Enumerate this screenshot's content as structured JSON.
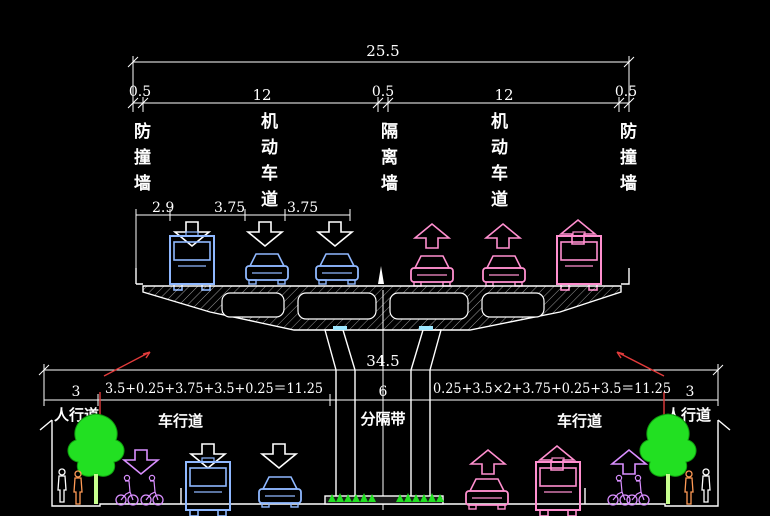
{
  "upper_deck": {
    "total_width": "25.5",
    "seg_left_barrier": "0.5",
    "seg_left_lanes": "12",
    "seg_median": "0.5",
    "seg_right_lanes": "12",
    "seg_right_barrier": "0.5",
    "label_left_barrier": "防撞墙",
    "label_left_lanes": "机动车道",
    "label_median": "隔离墙",
    "label_right_lanes": "机动车道",
    "label_right_barrier": "防撞墙",
    "lane_dim_1": "2.9",
    "lane_dim_2": "3.75",
    "lane_dim_3": "3.75"
  },
  "lower_road": {
    "total_width": "34.5",
    "left_sidewalk_width": "3",
    "left_carriageway_formula": "3.5+0.25+3.75+3.5+0.25＝11.25",
    "median_width": "6",
    "right_carriageway_formula": "0.25+3.5×2+3.75+0.25+3.5＝11.25",
    "right_sidewalk_width": "3",
    "label_left_sidewalk": "人行道",
    "label_left_carriageway": "车行道",
    "label_median": "分隔带",
    "label_right_carriageway": "车行道",
    "label_right_sidewalk": "人行道"
  },
  "colors": {
    "background": "#000000",
    "lines": "#ffffff",
    "dimension": "#ffffff",
    "vehicle_blue": "#8fb8ff",
    "vehicle_pink": "#ff8fcf",
    "arrow_white": "#ffffff",
    "arrow_pink": "#ff8fcf",
    "tree_green": "#22e022",
    "pedestrian_orange": "#ff9a55",
    "cyclist_purple": "#d98fff",
    "pier_cyan": "#9ee7ff",
    "indicator_red": "#e23b3b"
  }
}
